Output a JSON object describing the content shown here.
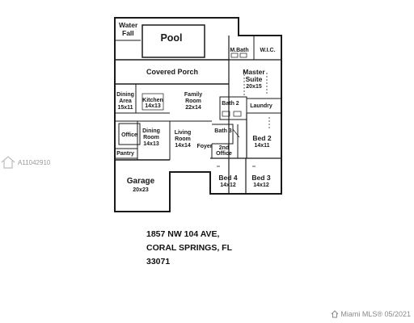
{
  "rooms": {
    "waterfall": [
      "Water",
      "Fall"
    ],
    "pool": "Pool",
    "covered_porch": "Covered Porch",
    "master_bath": "M.Bath",
    "wic": "W.I.C.",
    "master_suite": [
      "Master",
      "Suite",
      "20x15"
    ],
    "dining_area": [
      "Dining",
      "Area",
      "15x11"
    ],
    "kitchen": [
      "Kitchen",
      "14x13"
    ],
    "family_room": [
      "Family",
      "Room",
      "22x14"
    ],
    "bath2": "Bath 2",
    "laundry": "Laundry",
    "office": "Office",
    "pantry": "Pantry",
    "dining_room": [
      "Dining",
      "Room",
      "14x13"
    ],
    "living_room": [
      "Living",
      "Room",
      "14x14"
    ],
    "foyer": "Foyer",
    "bath3": "Bath 3",
    "second_office": [
      "2nd",
      "Office"
    ],
    "bed2": [
      "Bed 2",
      "14x11"
    ],
    "bed4": [
      "Bed 4",
      "14x12"
    ],
    "bed3": [
      "Bed 3",
      "14x12"
    ],
    "garage": [
      "Garage",
      "20x23"
    ]
  },
  "address": {
    "line1": "1857 NW 104 AVE,",
    "line2": "CORAL SPRINGS, FL",
    "line3": "33071"
  },
  "listing_id": "A11042910",
  "watermark": "Miami MLS® 05/2021",
  "colors": {
    "wall": "#1a1a1a",
    "text": "#111111",
    "watermark": "#8a8a8a"
  }
}
